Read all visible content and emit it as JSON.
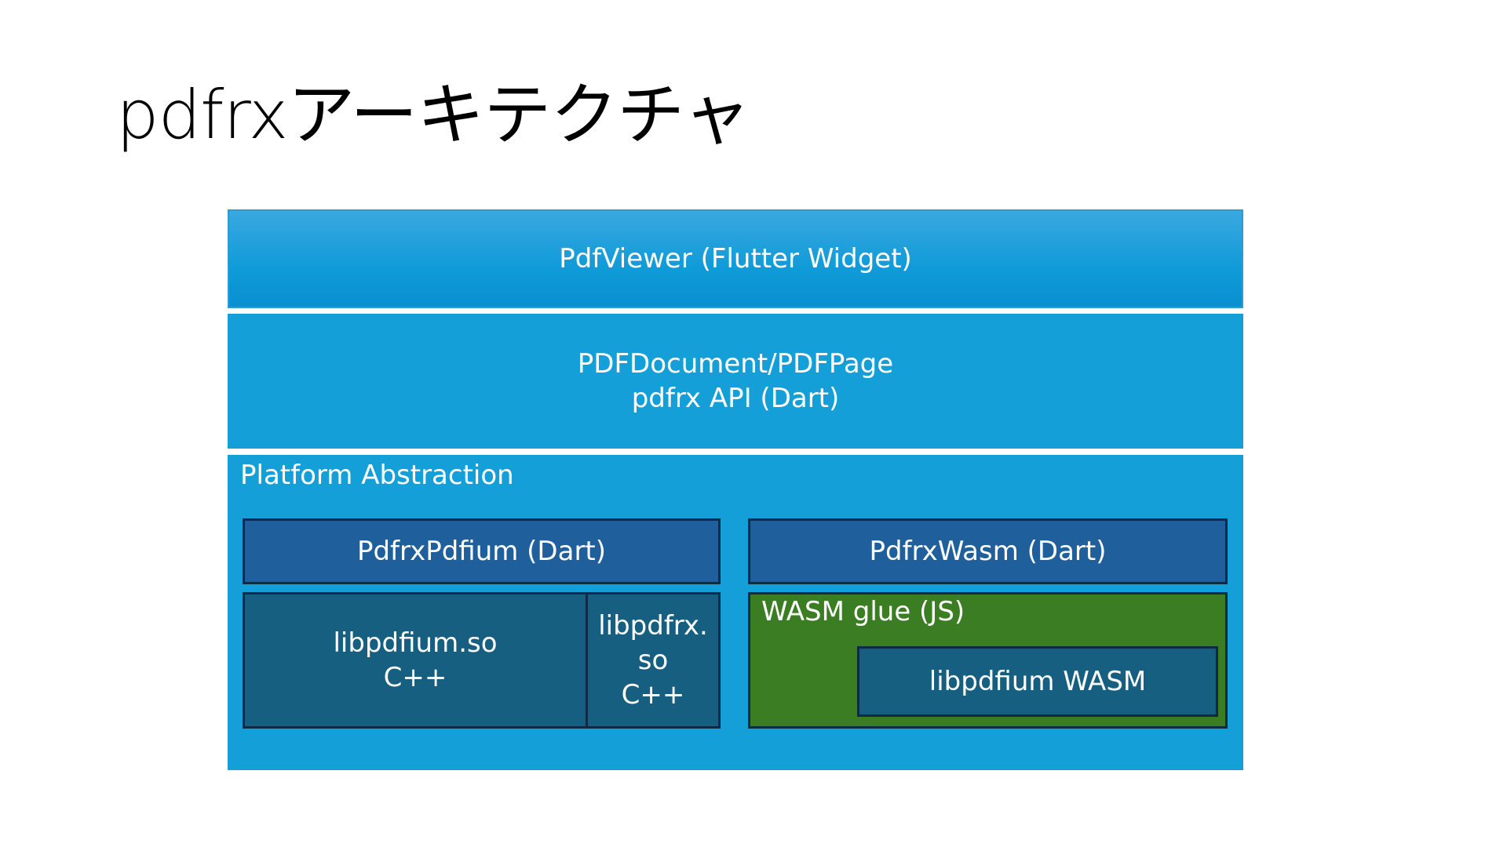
{
  "title": "pdfrxアーキテクチャ",
  "layers": {
    "viewer": "PdfViewer (Flutter Widget)",
    "api": {
      "line1": "PDFDocument/PDFPage",
      "line2": "pdfrx API (Dart)"
    },
    "platform": {
      "label": "Platform Abstraction",
      "pdfium_dart": "PdfrxPdfium (Dart)",
      "wasm_dart": "PdfrxWasm (Dart)",
      "libpdfium_so": {
        "line1": "libpdfium.so",
        "line2": "C++"
      },
      "libpdfrx_so": {
        "line1": "libpdfrx.",
        "line2": "so",
        "line3": "C++"
      },
      "wasm_glue": "WASM glue (JS)",
      "libpdfium_wasm": "libpdfium WASM"
    }
  },
  "colors": {
    "viewer_gradient_top": "#3aa8e0",
    "layer_blue": "#149fd8",
    "dart_blue": "#1f5f9b",
    "native_teal": "#165f80",
    "wasm_green": "#3b7d23",
    "border_dark": "#0e2a44"
  }
}
